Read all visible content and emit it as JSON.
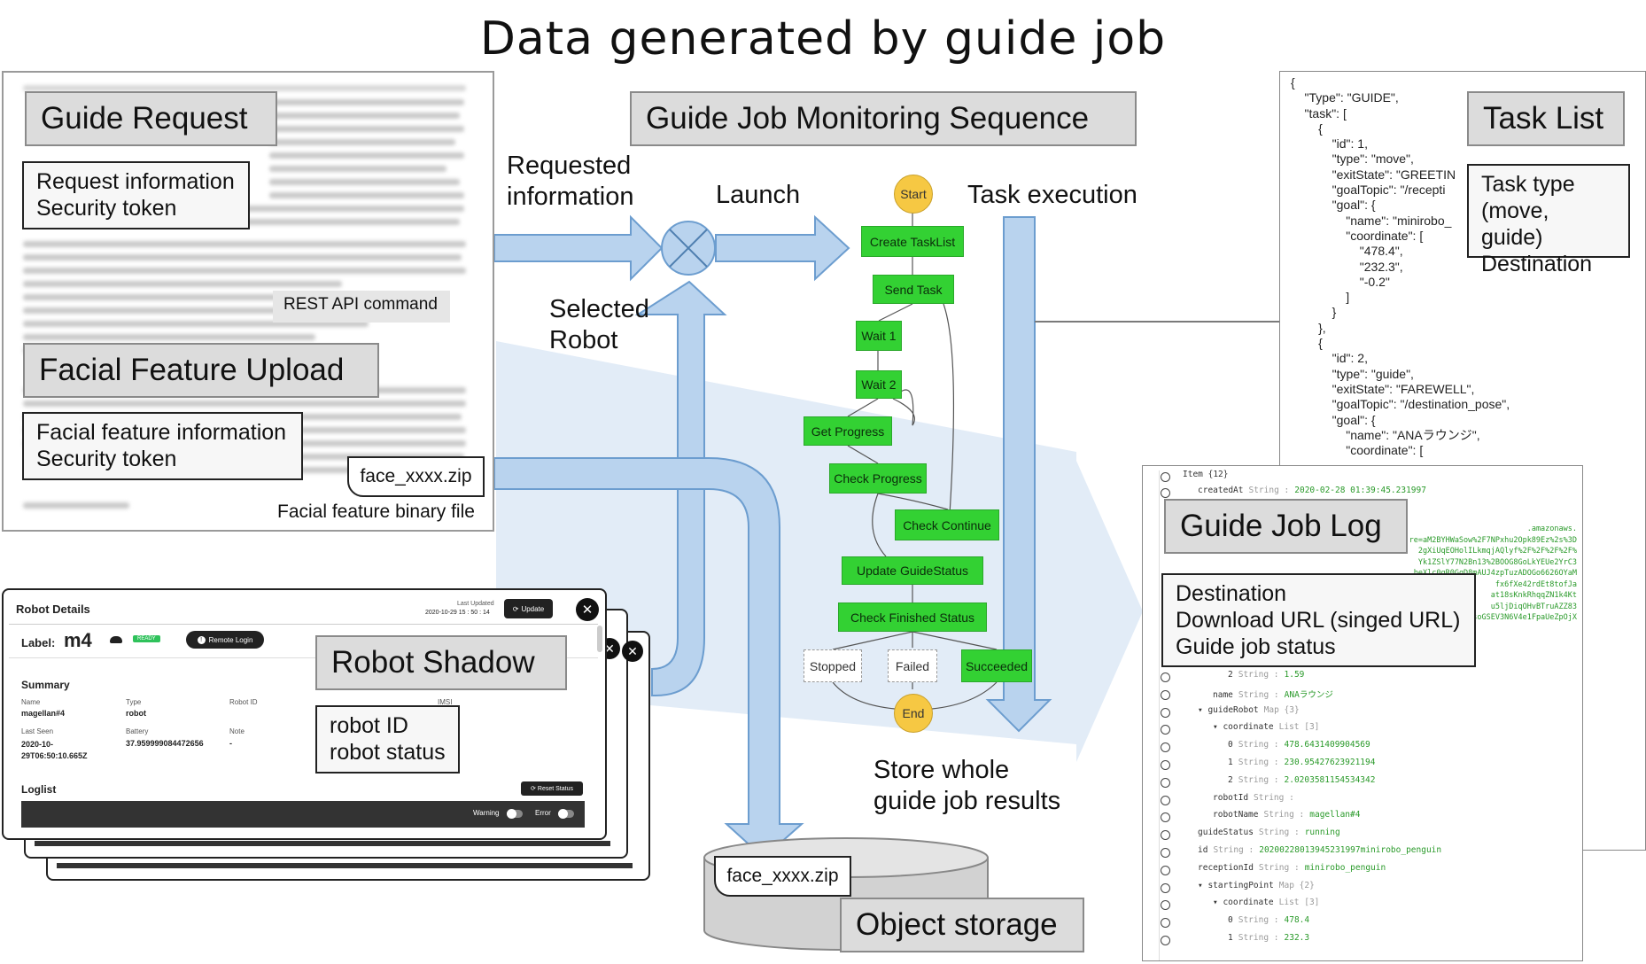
{
  "title": "Data generated by guide job",
  "guide_request": {
    "label": "Guide Request",
    "info": "Request information\nSecurity token",
    "rest_api": "REST API command"
  },
  "facial_upload": {
    "label": "Facial Feature Upload",
    "info": "Facial feature information\nSecurity token",
    "file": "face_xxxx.zip",
    "file_caption": "Facial feature binary file"
  },
  "flow": {
    "requested_information": "Requested\ninformation",
    "launch": "Launch",
    "selected_robot": "Selected\nRobot",
    "task_execution": "Task execution",
    "store_results": "Store whole\nguide job results"
  },
  "monitoring": {
    "label": "Guide Job Monitoring Sequence",
    "start": "Start",
    "end": "End",
    "steps": {
      "create_tasklist": "Create TaskList",
      "send_task": "Send Task",
      "wait1": "Wait 1",
      "wait2": "Wait 2",
      "get_progress": "Get Progress",
      "check_progress": "Check Progress",
      "check_continue": "Check Continue",
      "update_guidestatus": "Update GuideStatus",
      "check_finished": "Check Finished Status",
      "stopped": "Stopped",
      "failed": "Failed",
      "succeeded": "Succeeded"
    }
  },
  "task_list": {
    "label": "Task List",
    "info": "Task type\n(move, guide)\nDestination",
    "json_lines": [
      "{",
      "    \"Type\": \"GUIDE\",",
      "    \"task\": [",
      "        {",
      "            \"id\": 1,",
      "            \"type\": \"move\",",
      "            \"exitState\": \"GREETIN",
      "            \"goalTopic\": \"/recepti",
      "            \"goal\": {",
      "                \"name\": \"minirobo_",
      "                \"coordinate\": [",
      "                    \"478.4\",",
      "                    \"232.3\",",
      "                    \"-0.2\"",
      "                ]",
      "            }",
      "        },",
      "        {",
      "            \"id\": 2,",
      "            \"type\": \"guide\",",
      "            \"exitState\": \"FAREWELL\",",
      "            \"goalTopic\": \"/destination_pose\",",
      "            \"goal\": {",
      "                \"name\": \"ANAラウンジ\",",
      "                \"coordinate\": ["
    ]
  },
  "guide_job_log": {
    "label": "Guide Job Log",
    "info": "Destination\nDownload URL (singed URL)\nGuide job status",
    "top_rows": [
      {
        "indent": 1,
        "key": "Item {12}",
        "type": "",
        "value": ""
      },
      {
        "indent": 2,
        "key": "createdAt",
        "type": "String :",
        "value": "2020-02-28 01:39:45.231997"
      }
    ],
    "url_fragments": [
      ".amazonaws.",
      "re=aM2BYHWaSow%2F7NPxhu2Opk89Ez%2s%3D",
      "2gXiUqEOHolILkmqjAQlyf%2F%2F%2F%2F%",
      "Yk1ZSlY77N2Bn13%2BOOG8GoLkYEUe2YrC3",
      "beXlc0gR0GqD8mAUJ4zpTuzADOGo6626OYaM",
      "fx6fXe42rdEt8tofJa",
      "at18sKnkRhqqZN1k4Kt",
      "u5ljDiqOHvBTruAZZ83",
      "soGSEV3N6V4e1FpaUeZpOjX"
    ],
    "rows": [
      {
        "indent": 4,
        "key": "2",
        "type": "String :",
        "value": "1.59"
      },
      {
        "indent": 3,
        "key": "name",
        "type": "String :",
        "value": "ANAラウンジ"
      },
      {
        "indent": 2,
        "key": "▾ guideRobot",
        "type": "Map {3}",
        "value": ""
      },
      {
        "indent": 3,
        "key": "▾ coordinate",
        "type": "List [3]",
        "value": ""
      },
      {
        "indent": 4,
        "key": "0",
        "type": "String :",
        "value": "478.6431409904569"
      },
      {
        "indent": 4,
        "key": "1",
        "type": "String :",
        "value": "230.95427623921194"
      },
      {
        "indent": 4,
        "key": "2",
        "type": "String :",
        "value": "2.0203581154534342"
      },
      {
        "indent": 3,
        "key": "robotId",
        "type": "String :",
        "value": ""
      },
      {
        "indent": 3,
        "key": "robotName",
        "type": "String :",
        "value": "magellan#4"
      },
      {
        "indent": 2,
        "key": "guideStatus",
        "type": "String :",
        "value": "running"
      },
      {
        "indent": 2,
        "key": "id",
        "type": "String :",
        "value": "20200228013945231997minirobo_penguin"
      },
      {
        "indent": 2,
        "key": "receptionId",
        "type": "String :",
        "value": "minirobo_penguin"
      },
      {
        "indent": 2,
        "key": "▾ startingPoint",
        "type": "Map {2}",
        "value": ""
      },
      {
        "indent": 3,
        "key": "▾ coordinate",
        "type": "List [3]",
        "value": ""
      },
      {
        "indent": 4,
        "key": "0",
        "type": "String :",
        "value": "478.4"
      },
      {
        "indent": 4,
        "key": "1",
        "type": "String :",
        "value": "232.3"
      }
    ]
  },
  "robot_shadow": {
    "label": "Robot Shadow",
    "info": "robot ID\nrobot status",
    "details_title": "Robot Details",
    "last_updated_label": "Last Updated",
    "last_updated_value": "2020-10-29 15 : 50 : 14",
    "update_button": "Update",
    "label_prefix": "Label:",
    "label_value": "m4",
    "ready_badge": "READY",
    "remote_login": "Remote Login",
    "summary": "Summary",
    "fields": {
      "name_label": "Name",
      "name_value": "magellan#4",
      "type_label": "Type",
      "type_value": "robot",
      "robot_id_label": "Robot ID",
      "imsi_label": "IMSI",
      "last_seen_label": "Last Seen",
      "last_seen_value": "2020-10-\n29T06:50:10.665Z",
      "battery_label": "Battery",
      "battery_value": "37.959999084472656",
      "note_label": "Note",
      "note_value": "-"
    },
    "loglist": "Loglist",
    "reset_status": "Reset Status",
    "warning": "Warning",
    "error": "Error"
  },
  "object_storage": {
    "label": "Object storage",
    "file": "face_xxxx.zip"
  }
}
